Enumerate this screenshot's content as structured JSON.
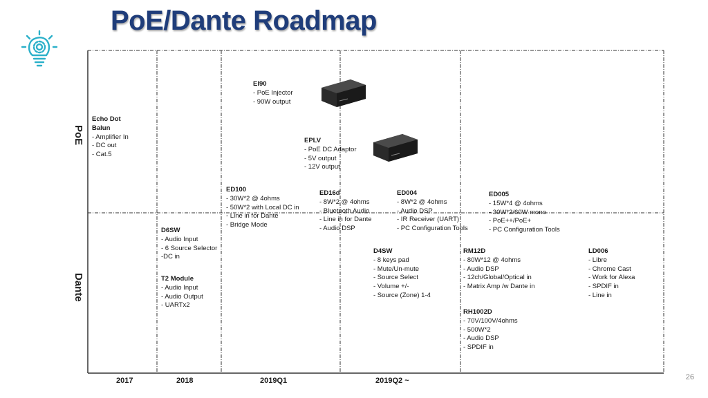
{
  "title": "PoE/Dante Roadmap",
  "page_number": "26",
  "rows": {
    "poe": "PoE",
    "dante": "Dante"
  },
  "years": [
    "2017",
    "2018",
    "2019Q1",
    "2019Q2 ~"
  ],
  "items": {
    "echo_dot": {
      "head": [
        "Echo Dot",
        "Balun"
      ],
      "lines": [
        "- Amplifier In",
        "- DC out",
        "- Cat.5"
      ]
    },
    "ei90": {
      "head": [
        "EI90"
      ],
      "lines": [
        "- PoE Injector",
        "- 90W output"
      ]
    },
    "eplv": {
      "head": [
        "EPLV"
      ],
      "lines": [
        "- PoE DC Adaptor",
        "- 5V output",
        "- 12V output"
      ]
    },
    "ed100": {
      "head": [
        "ED100"
      ],
      "lines": [
        "- 30W*2 @ 4ohms",
        "- 50W*2 with Local DC in",
        "- Line in for Dante",
        "- Bridge Mode"
      ]
    },
    "ed16d": {
      "head": [
        "ED16d"
      ],
      "lines": [
        "- 8W*2 @ 4ohms",
        "- Bluetooth  Audio",
        "- Line in for Dante",
        "- Audio DSP"
      ]
    },
    "ed004": {
      "head": [
        "ED004"
      ],
      "lines": [
        "- 8W*2 @ 4ohms",
        "- Audio DSP",
        "- IR Receiver (UART)",
        "- PC Configuration Tools"
      ]
    },
    "ed005": {
      "head": [
        "ED005"
      ],
      "lines": [
        "- 15W*4 @ 4ohms",
        "- 30W*2/60W mono",
        "- PoE++/PoE+",
        "- PC Configuration Tools"
      ]
    },
    "d6sw": {
      "head": [
        "D6SW"
      ],
      "lines": [
        "- Audio Input",
        "- 6 Source Selector",
        "-DC in"
      ]
    },
    "t2": {
      "head": [
        "T2 Module"
      ],
      "lines": [
        "- Audio Input",
        "- Audio Output",
        "- UARTx2"
      ]
    },
    "d4sw": {
      "head": [
        "D4SW"
      ],
      "lines": [
        "- 8 keys pad",
        "- Mute/Un-mute",
        "- Source Select",
        "- Volume +/-",
        "- Source (Zone) 1-4"
      ]
    },
    "rm12d": {
      "head": [
        "RM12D"
      ],
      "lines": [
        "- 80W*12 @ 4ohms",
        "- Audio DSP",
        "- 12ch/Global/Optical in",
        "- Matrix Amp /w Dante in"
      ]
    },
    "rh1002d": {
      "head": [
        "RH1002D"
      ],
      "lines": [
        "- 70V/100V/4ohms",
        "-  500W*2",
        "- Audio DSP",
        "- SPDIF in"
      ]
    },
    "ld006": {
      "head": [
        "LD006"
      ],
      "lines": [
        "- Libre",
        "- Chrome Cast",
        "- Work for Alexa",
        "- SPDIF in",
        "- Line in"
      ]
    }
  },
  "icons": {
    "bulb": "lightbulb-gear-icon",
    "device": "device-box-icon"
  },
  "colors": {
    "title": "#1f3d7a",
    "bulb": "#2bb0c9",
    "grid": "#333333"
  }
}
